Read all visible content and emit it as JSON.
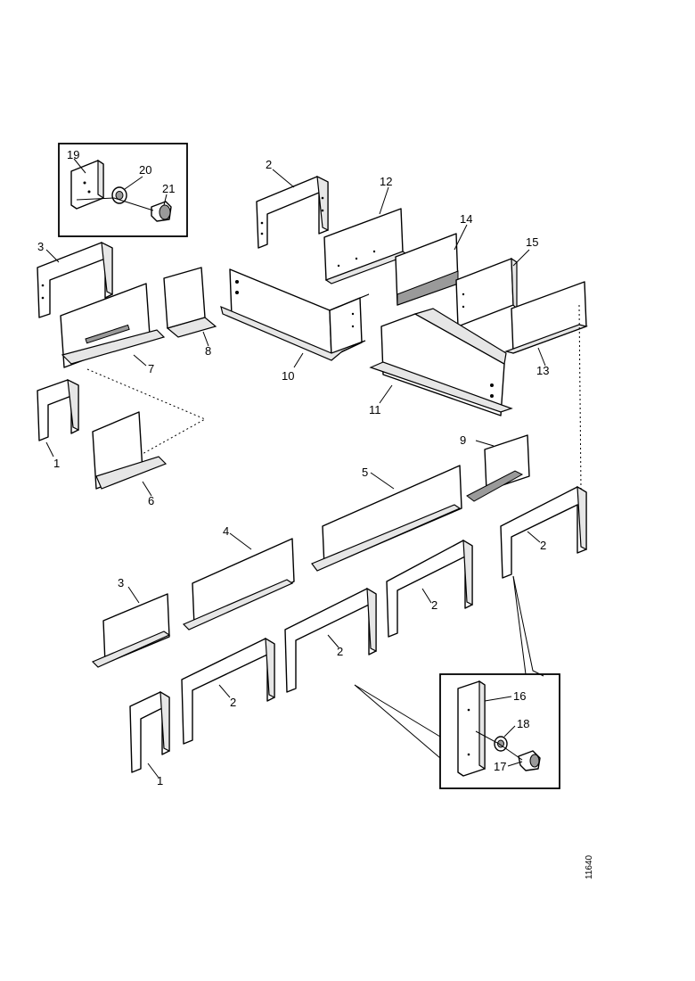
{
  "callouts": {
    "c19": "19",
    "c20": "20",
    "c21": "21",
    "c2_top": "2",
    "c12": "12",
    "c14": "14",
    "c15": "15",
    "c3_top": "3",
    "c8": "8",
    "c7": "7",
    "c10": "10",
    "c13": "13",
    "c11": "11",
    "c1_top": "1",
    "c9": "9",
    "c6": "6",
    "c5": "5",
    "c2_right": "2",
    "c4": "4",
    "c3_bottom": "3",
    "c2_row1": "2",
    "c2_row2": "2",
    "c2_row3": "2",
    "c1_bottom": "1",
    "c16": "16",
    "c18": "18",
    "c17": "17"
  },
  "figure_id": "11640"
}
